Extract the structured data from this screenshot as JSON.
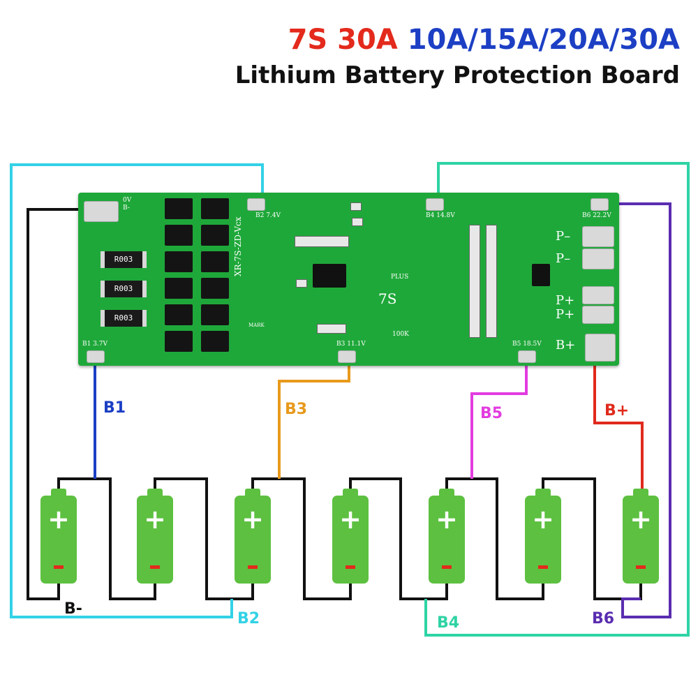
{
  "title": {
    "part1": "7S 30A",
    "part2": "10A/15A/20A/30A",
    "line2": "Lithium Battery Protection Board"
  },
  "colors": {
    "title_red": "#e32a1c",
    "title_blue": "#1c3fc4",
    "pcb_green": "#1fa83a",
    "battery_green": "#5dc040",
    "wire_black": "#111111",
    "wire_cyan": "#33d2e6",
    "wire_teal": "#2ed3a4",
    "wire_purple": "#5a2db0",
    "wire_blue": "#1c3fc4",
    "wire_orange": "#e89a1c",
    "wire_magenta": "#e23ce0",
    "wire_red": "#e02a1c"
  },
  "board": {
    "pads": {
      "b1": "B1 3.7V",
      "b2": "B2 7.4V",
      "b3": "B3 11.1V",
      "b4": "B4 14.8V",
      "b5": "B5 18.5V",
      "b6": "B6 22.2V",
      "ov": "0V",
      "bminus": "B-"
    },
    "model": "XR-7S-ZD-Vcx",
    "mark": "MARK",
    "plus_text": "PLUS",
    "seven_s": "7S",
    "res_100k": "100K",
    "resistor_code": "R003",
    "out_p1": "P–",
    "out_p2": "P–",
    "out_p3": "P+",
    "out_p4": "P+",
    "out_b": "B+"
  },
  "labels": {
    "b1": "B1",
    "b2": "B2",
    "b3": "B3",
    "b4": "B4",
    "b5": "B5",
    "b6": "B6",
    "b_minus": "B-",
    "b_plus": "B+"
  },
  "batteries": {
    "count": 7,
    "plus_symbol": "+"
  }
}
